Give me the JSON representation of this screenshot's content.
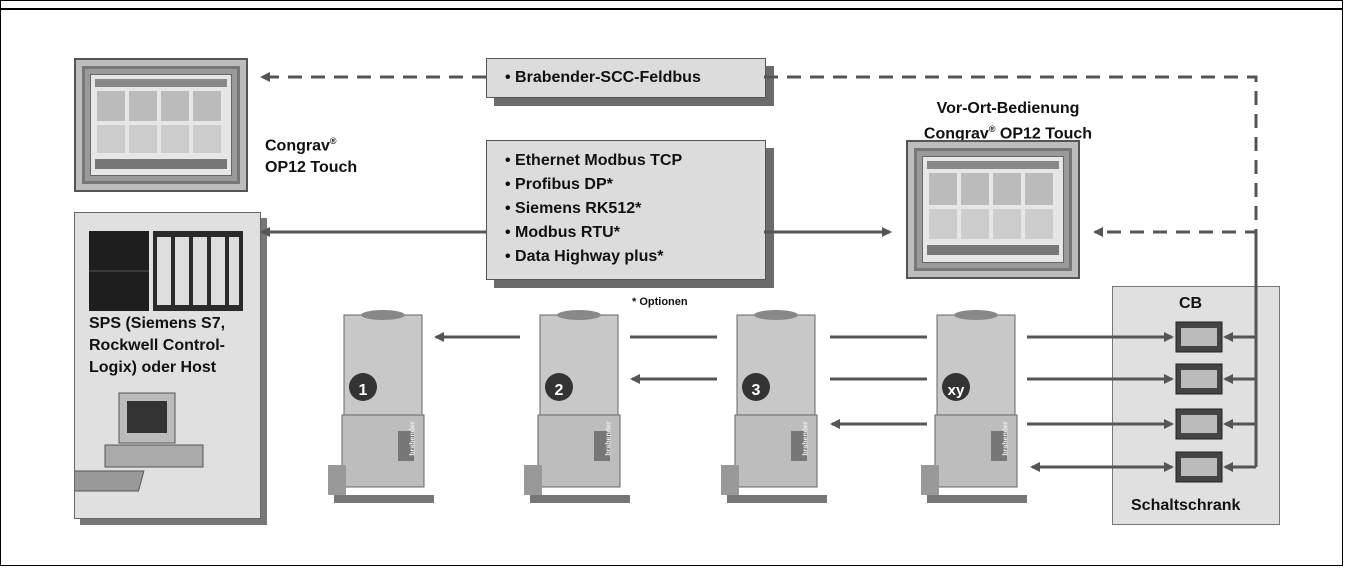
{
  "fieldbus": {
    "label": "• Brabender-SCC-Feldbus"
  },
  "protocols": {
    "items": [
      "• Ethernet Modbus TCP",
      "• Profibus DP*",
      "• Siemens RK512*",
      "• Modbus RTU*",
      "• Data Highway plus*"
    ]
  },
  "options_note": "* Optionen",
  "op12_left": {
    "line1": "Congrav",
    "reg": "®",
    "line2": "OP12 Touch"
  },
  "op12_local": {
    "line1": "Vor-Ort-Bedienung",
    "line2a": "Congrav",
    "reg": "®",
    "line2b": " OP12 Touch"
  },
  "sps": {
    "lines": [
      "SPS (Siemens S7,",
      "Rockwell Control-",
      "Logix) oder Host"
    ]
  },
  "cabinet": {
    "cb_label": "CB",
    "label": "Schaltschrank"
  },
  "feeders": [
    {
      "number": "1"
    },
    {
      "number": "2"
    },
    {
      "number": "3"
    },
    {
      "number": "xy"
    }
  ],
  "feeder_brand": "brabender",
  "colors": {
    "box": "#dcdcdc",
    "shadow": "#6b6b6b",
    "arrow": "#555555",
    "feeder": "#c8c8c8"
  }
}
